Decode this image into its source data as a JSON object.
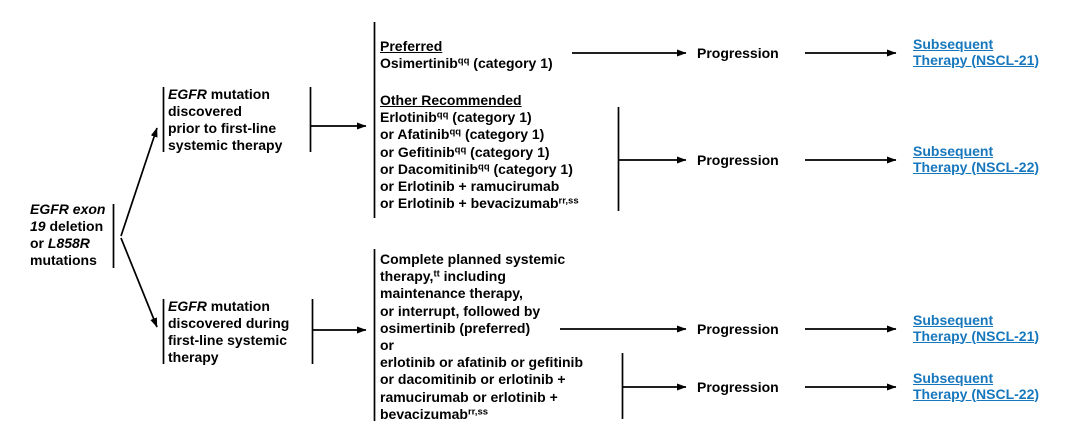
{
  "palette": {
    "link_blue": "#1777bd",
    "line_black": "#000000",
    "background": "#ffffff"
  },
  "blocks": {
    "root": {
      "lines": [
        [
          {
            "t": "EGFR exon",
            "s": "i"
          }
        ],
        [
          {
            "t": "19",
            "s": "i"
          },
          {
            "t": " deletion"
          }
        ],
        [
          {
            "t": "or "
          },
          {
            "t": "L858R",
            "s": "i"
          }
        ],
        [
          {
            "t": "mutations"
          }
        ]
      ]
    },
    "prior_node": {
      "lines": [
        [
          {
            "t": "EGFR",
            "s": "i"
          },
          {
            "t": " mutation"
          }
        ],
        [
          {
            "t": "discovered"
          }
        ],
        [
          {
            "t": "prior to first-line"
          }
        ],
        [
          {
            "t": "systemic therapy"
          }
        ]
      ]
    },
    "during_node": {
      "lines": [
        [
          {
            "t": "EGFR",
            "s": "i"
          },
          {
            "t": " mutation"
          }
        ],
        [
          {
            "t": "discovered during"
          }
        ],
        [
          {
            "t": "first-line systemic"
          }
        ],
        [
          {
            "t": "therapy"
          }
        ]
      ]
    },
    "preferred": {
      "lines": [
        [
          {
            "t": "Preferred",
            "s": "u"
          }
        ],
        [
          {
            "t": "Osimertinib"
          },
          {
            "t": "qq",
            "s": "sup"
          },
          {
            "t": " (category 1)"
          }
        ]
      ]
    },
    "other_recommended": {
      "lines": [
        [
          {
            "t": "Other Recommended",
            "s": "u"
          }
        ],
        [
          {
            "t": "Erlotinib"
          },
          {
            "t": "qq",
            "s": "sup"
          },
          {
            "t": " (category 1)"
          }
        ],
        [
          {
            "t": "or Afatinib"
          },
          {
            "t": "qq",
            "s": "sup"
          },
          {
            "t": " (category 1)"
          }
        ],
        [
          {
            "t": "or Gefitinib"
          },
          {
            "t": "qq",
            "s": "sup"
          },
          {
            "t": " (category 1)"
          }
        ],
        [
          {
            "t": "or Dacomitinib"
          },
          {
            "t": "qq",
            "s": "sup"
          },
          {
            "t": " (category 1)"
          }
        ],
        [
          {
            "t": "or Erlotinib + ramucirumab"
          }
        ],
        [
          {
            "t": "or Erlotinib + bevacizumab"
          },
          {
            "t": "rr,ss",
            "s": "sup"
          }
        ]
      ]
    },
    "during_options": {
      "lines": [
        [
          {
            "t": "Complete planned systemic"
          }
        ],
        [
          {
            "t": "therapy,"
          },
          {
            "t": "tt",
            "s": "sup"
          },
          {
            "t": " including"
          }
        ],
        [
          {
            "t": "maintenance therapy,"
          }
        ],
        [
          {
            "t": "or interrupt, followed by"
          }
        ],
        [
          {
            "t": "osimertinib (preferred)"
          }
        ],
        [
          {
            "t": "or"
          }
        ],
        [
          {
            "t": "erlotinib or afatinib or gefitinib"
          }
        ],
        [
          {
            "t": "or dacomitinib or erlotinib +"
          }
        ],
        [
          {
            "t": "ramucirumab or erlotinib +"
          }
        ],
        [
          {
            "t": "bevacizumab"
          },
          {
            "t": "rr,ss",
            "s": "sup"
          }
        ]
      ]
    }
  },
  "rows": [
    {
      "progression_label": "Progression",
      "link": {
        "line1": "Subsequent",
        "line2": "Therapy (NSCL-21)"
      }
    },
    {
      "progression_label": "Progression",
      "link": {
        "line1": "Subsequent",
        "line2": "Therapy (NSCL-22)"
      }
    },
    {
      "progression_label": "Progression",
      "link": {
        "line1": "Subsequent",
        "line2": "Therapy (NSCL-21)"
      }
    },
    {
      "progression_label": "Progression",
      "link": {
        "line1": "Subsequent",
        "line2": "Therapy (NSCL-22)"
      }
    }
  ]
}
